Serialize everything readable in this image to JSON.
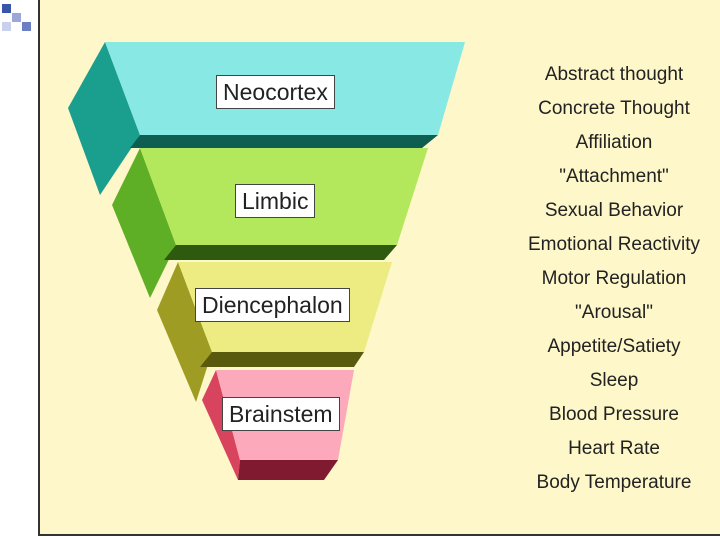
{
  "levels": [
    {
      "label": "Neocortex",
      "front": "#88e8e4",
      "side": "#1a9f8e",
      "base": "#0e5e52"
    },
    {
      "label": "Limbic",
      "front": "#b4e85c",
      "side": "#5faf26",
      "base": "#2d5a0e"
    },
    {
      "label": "Diencephalon",
      "front": "#ecec82",
      "side": "#9e9c22",
      "base": "#5a5a0e"
    },
    {
      "label": "Brainstem",
      "front": "#fcaabb",
      "side": "#d8445e",
      "base": "#801a30"
    }
  ],
  "functions": [
    "Abstract thought",
    "Concrete Thought",
    "Affiliation",
    "\"Attachment\"",
    "Sexual Behavior",
    "Emotional Reactivity",
    "Motor Regulation",
    "\"Arousal\"",
    "Appetite/Satiety",
    "Sleep",
    "Blood Pressure",
    "Heart Rate",
    "Body Temperature"
  ]
}
